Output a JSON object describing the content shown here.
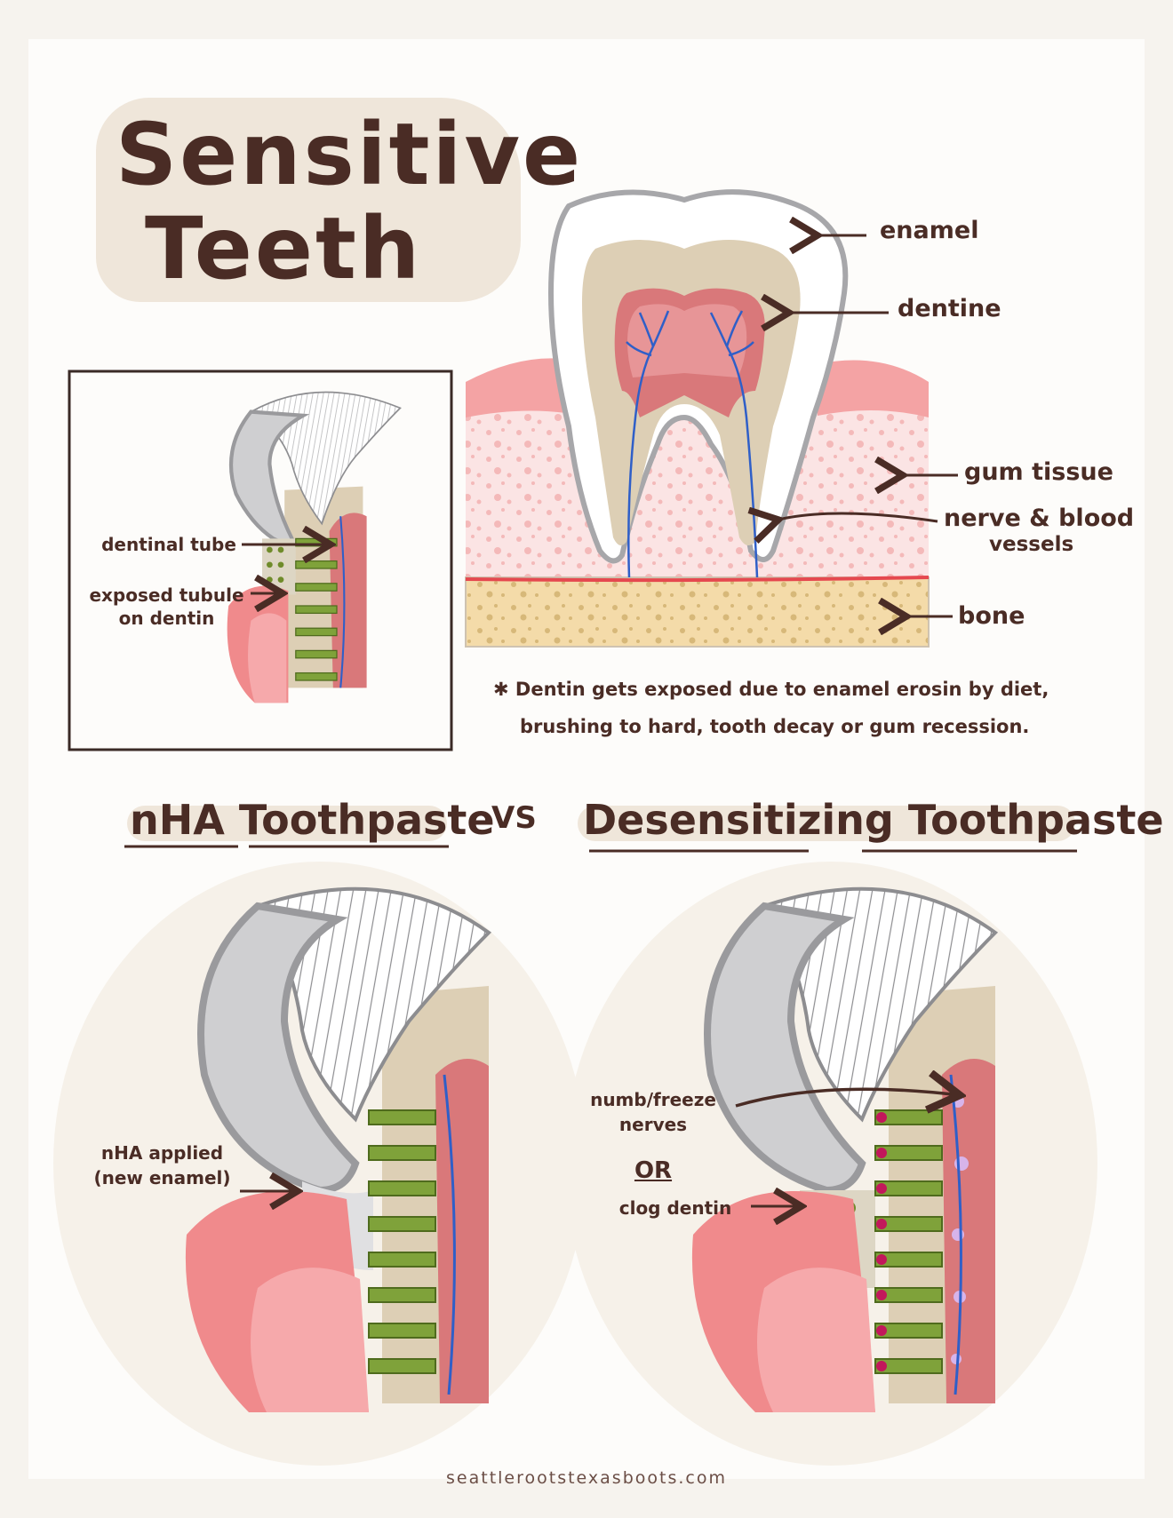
{
  "title": {
    "line1": "Sensitive",
    "line2": "Teeth"
  },
  "tooth_diagram": {
    "labels": {
      "enamel": "enamel",
      "dentine": "dentine",
      "gum_tissue": "gum tissue",
      "nerve_line1": "nerve & blood",
      "nerve_line2": "vessels",
      "bone": "bone"
    },
    "note_line1": "✱ Dentin gets exposed due to enamel erosin by diet,",
    "note_line2": "brushing to hard, tooth decay or gum recession."
  },
  "inset_diagram": {
    "dentinal_tube": "dentinal tube",
    "exposed_tubule_line1": "exposed tubule",
    "exposed_tubule_line2": "on dentin"
  },
  "comparison": {
    "left_title": "nHA Toothpaste",
    "vs": "VS",
    "right_title": "Desensitizing Toothpaste",
    "left_label_line1": "nHA applied",
    "left_label_line2": "(new enamel)",
    "right_label_numb_line1": "numb/freeze",
    "right_label_numb_line2": "nerves",
    "right_label_or": "OR",
    "right_label_clog": "clog dentin"
  },
  "footer": "seattlerootstexasboots.com",
  "colors": {
    "ink": "#4a2c25",
    "enamel_gray": "#c8c8ca",
    "dentin_tan": "#d8c9b0",
    "pulp_pink": "#d9787a",
    "gum_pink": "#f08a8c",
    "tubule_green": "#7fa23a",
    "nerve_blue": "#2f5fc8",
    "bone_tan": "#f4d9a6"
  }
}
